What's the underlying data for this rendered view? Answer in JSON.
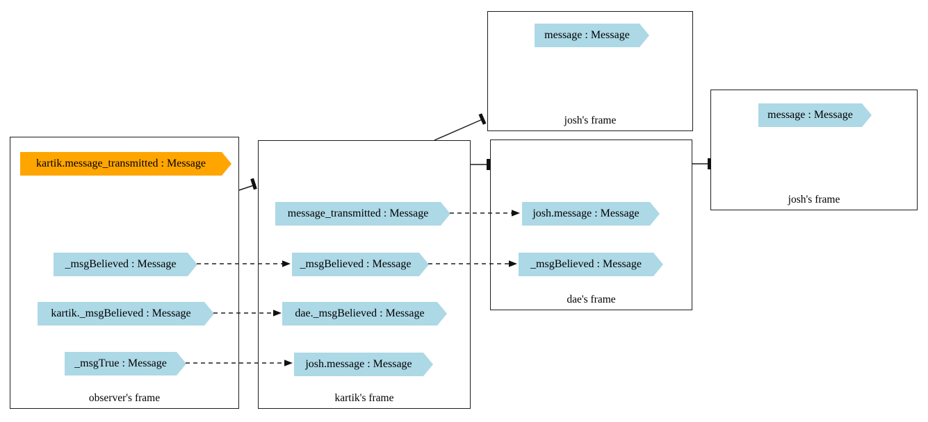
{
  "colors": {
    "tag_blue": "#ADD8E6",
    "tag_orange": "#FFA500",
    "line": "#1c1c1c",
    "background": "#FFFFFF"
  },
  "frames": {
    "observer": {
      "label": "observer's frame",
      "tags": {
        "kartik_message_transmitted": "kartik.message_transmitted : Message",
        "msg_believed": "_msgBelieved : Message",
        "kartik_msg_believed": "kartik._msgBelieved : Message",
        "msg_true": "_msgTrue : Message"
      }
    },
    "kartik": {
      "label": "kartik's frame",
      "tags": {
        "message_transmitted": "message_transmitted : Message",
        "msg_believed": "_msgBelieved : Message",
        "dae_msg_believed": "dae._msgBelieved : Message",
        "josh_message": "josh.message : Message"
      }
    },
    "dae": {
      "label": "dae's frame",
      "tags": {
        "josh_message": "josh.message : Message",
        "msg_believed": "_msgBelieved : Message"
      }
    },
    "josh_top": {
      "label": "josh's frame",
      "tags": {
        "message": "message : Message"
      }
    },
    "josh_right": {
      "label": "josh's frame",
      "tags": {
        "message": "message : Message"
      }
    }
  },
  "edges": {
    "variable_arrows": [
      {
        "from": "kartik.message_transmitted",
        "to": "dae.josh.message",
        "style": "dashed-arrow"
      },
      {
        "from": "observer._msgBelieved",
        "to": "kartik._msgBelieved",
        "style": "dashed-arrow"
      },
      {
        "from": "kartik._msgBelieved",
        "to": "dae._msgBelieved",
        "style": "dashed-arrow"
      },
      {
        "from": "observer.kartik._msgBelieved",
        "to": "kartik.dae._msgBelieved",
        "style": "dashed-arrow"
      },
      {
        "from": "observer._msgTrue",
        "to": "kartik.josh.message",
        "style": "dashed-arrow"
      }
    ],
    "frame_links": [
      {
        "from": "observer's frame",
        "to": "kartik's frame",
        "style": "solid-tee"
      },
      {
        "from": "kartik's frame",
        "to": "josh's frame (top)",
        "style": "solid-tee"
      },
      {
        "from": "kartik's frame",
        "to": "dae's frame",
        "style": "solid-tee"
      },
      {
        "from": "dae's frame",
        "to": "josh's frame (right)",
        "style": "solid-tee"
      }
    ]
  }
}
